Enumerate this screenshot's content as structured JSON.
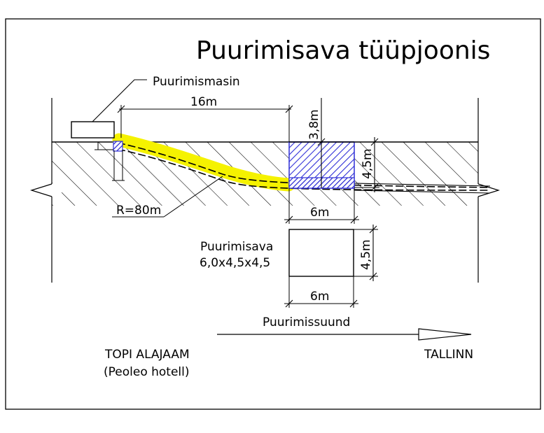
{
  "title": "Puurimisava tüüpjoonis",
  "labels": {
    "machine": "Puurimismasin",
    "pit_name": "Puurimisava",
    "pit_size": "6,0x4,5x4,5",
    "direction": "Puurimissuund",
    "start_line1": "TOPI ALAJAAM",
    "start_line2": "(Peoleo hotell)",
    "end": "TALLINN"
  },
  "dimensions": {
    "span_length": "16m",
    "clearance": "3,8m",
    "pit_depth": "4,5m",
    "pit_width": "6m",
    "radius": "R=80m",
    "plan_depth": "4,5m",
    "plan_width": "6m"
  },
  "colors": {
    "highlight": "#f5f200",
    "pit_fill": "#2f2fd6",
    "line": "#000000"
  }
}
